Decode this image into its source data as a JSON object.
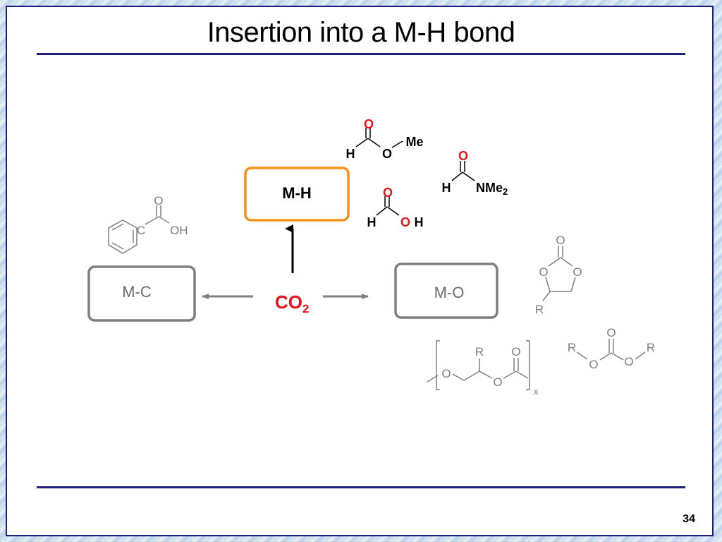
{
  "slide": {
    "title": "Insertion into a M-H bond",
    "page_number": "34"
  },
  "boxes": {
    "mh": "M-H",
    "mc": "M-C",
    "mo": "M-O"
  },
  "co2": {
    "main": "CO",
    "subscript": "2"
  },
  "molecules": {
    "methyl_formate": {
      "O": "O",
      "H": "H",
      "O2": "O",
      "Me": "Me"
    },
    "dmf": {
      "O": "O",
      "H": "H",
      "NMe": "NMe",
      "sub": "2"
    },
    "formic_acid": {
      "O": "O",
      "H": "H",
      "O2": "O",
      "H2": "H"
    },
    "benzoic_acid": {
      "O": "O",
      "C": "C",
      "OH": "OH"
    },
    "cyclic_carbonate": {
      "O_top": "O",
      "O_left": "O",
      "O_right": "O",
      "R": "R"
    },
    "polycarbonate": {
      "R": "R",
      "O_top": "O",
      "O_left": "O",
      "O_right": "O",
      "x": "x"
    },
    "dialkyl_carbonate": {
      "O_top": "O",
      "R_left": "R",
      "O_left": "O",
      "O_right": "O",
      "R_right": "R"
    }
  },
  "colors": {
    "slide_border": "#1a1f7a",
    "mh_box": "#f5921e",
    "grey": "#7f7f7f",
    "red": "#e8141b"
  }
}
